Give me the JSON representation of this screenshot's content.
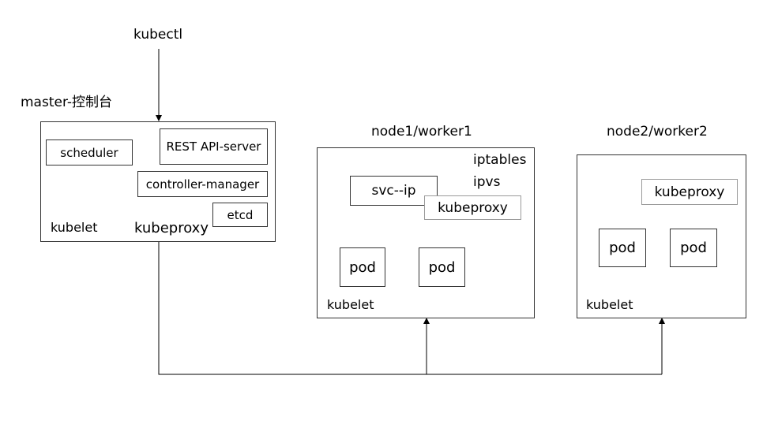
{
  "kubectl": "kubectl",
  "master": {
    "title": "master-控制台",
    "scheduler": "scheduler",
    "api_server": "REST API-server",
    "controller_manager": "controller-manager",
    "etcd": "etcd",
    "kubelet": "kubelet",
    "kubeproxy": "kubeproxy"
  },
  "node1": {
    "title": "node1/worker1",
    "iptables": "iptables",
    "ipvs": "ipvs",
    "svc": "svc--ip",
    "kubeproxy": "kubeproxy",
    "pods": [
      "pod",
      "pod"
    ],
    "kubelet": "kubelet"
  },
  "node2": {
    "title": "node2/worker2",
    "kubeproxy": "kubeproxy",
    "pods": [
      "pod",
      "pod"
    ],
    "kubelet": "kubelet"
  }
}
